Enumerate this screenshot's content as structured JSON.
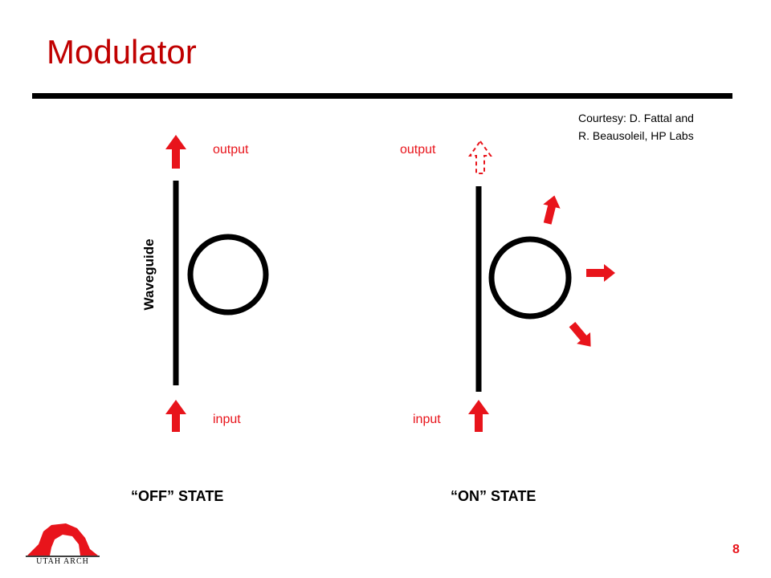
{
  "slide": {
    "title": "Modulator",
    "courtesy_line1": "Courtesy: D. Fattal and",
    "courtesy_line2": "R. Beausoleil, HP Labs",
    "page_number": "8",
    "logo_text": "UTAH ARCH"
  },
  "diagram": {
    "waveguide_label": "Waveguide",
    "off": {
      "output_label": "output",
      "input_label": "input",
      "state_label": "“OFF” STATE"
    },
    "on": {
      "output_label": "output",
      "input_label": "input",
      "state_label": "“ON” STATE"
    },
    "colors": {
      "arrow": "#e8141b",
      "line": "#000000",
      "title": "#c00000"
    }
  }
}
